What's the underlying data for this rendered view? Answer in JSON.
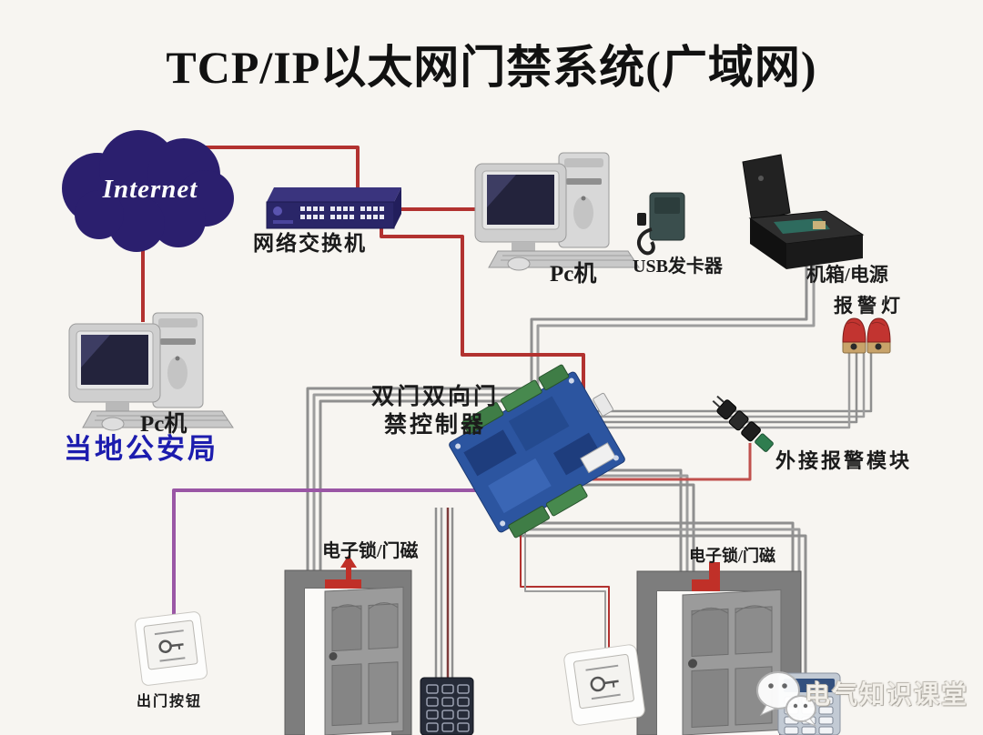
{
  "title": "TCP/IP以太网门禁系统(广域网)",
  "nodes": {
    "internet": {
      "label": "Internet"
    },
    "switch": {
      "label": "网络交换机"
    },
    "pc_main": {
      "label": "Pc机"
    },
    "usb_issuer": {
      "label": "USB发卡器"
    },
    "power_box": {
      "label": "机箱/电源"
    },
    "alarm_lights": {
      "label": "报警灯"
    },
    "pc_police": {
      "label": "Pc机",
      "sublabel": "当地公安局"
    },
    "controller": {
      "label_line1": "双门双向门",
      "label_line2": "禁控制器"
    },
    "ext_alarm_module": {
      "label": "外接报警模块"
    },
    "door1_lock": {
      "label": "电子锁/门磁"
    },
    "door2_lock": {
      "label": "电子锁/门磁"
    },
    "exit_button": {
      "label": "出门按钮"
    }
  },
  "watermark": {
    "brand": "电气知识课堂",
    "icon": "wechat-icon"
  },
  "colors": {
    "wire_red": "#b23230",
    "wire_gray": "#8f8f8f",
    "wire_purple": "#9a56a5",
    "wire_darkred": "#7e3b3b",
    "cloud": "#2b1f6e",
    "switch_body": "#2a2668",
    "police_text": "#1c1cae",
    "lock_red": "#c03028",
    "pcb_blue": "#2c55a0",
    "terminal_green": "#3f7d46"
  }
}
